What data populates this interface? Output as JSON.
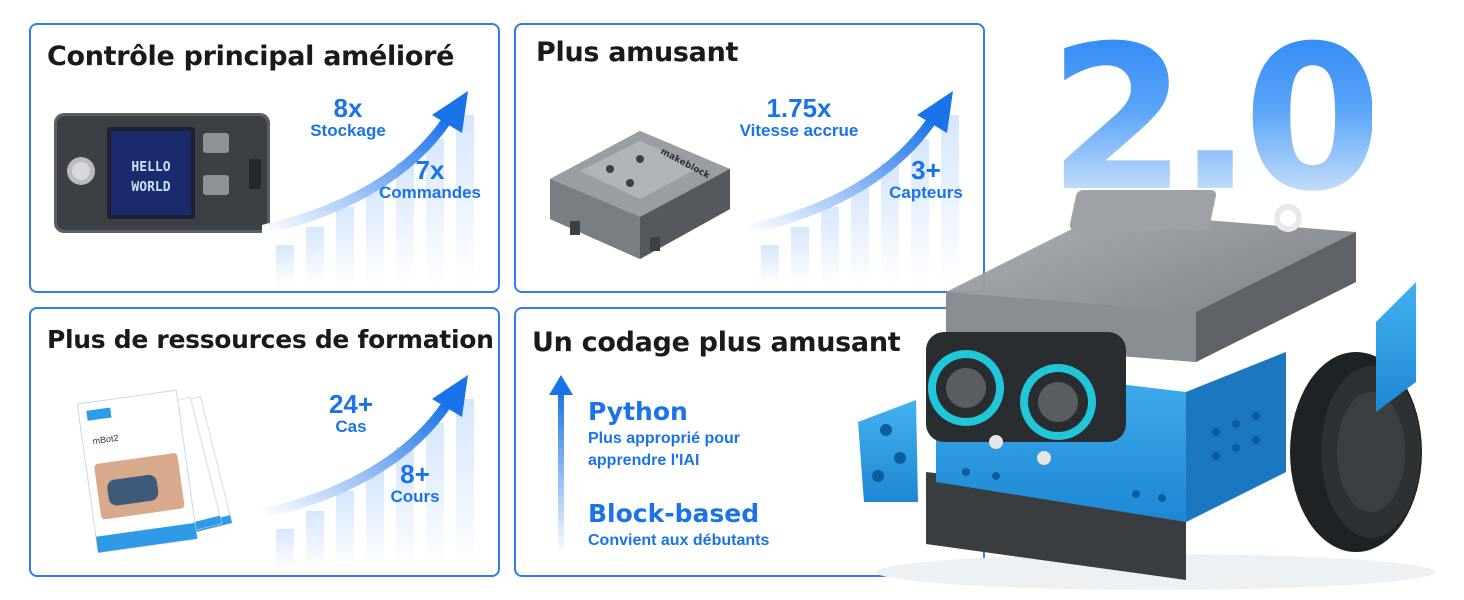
{
  "hero": {
    "version": "2.0"
  },
  "cards": {
    "controller": {
      "title": "Contrôle principal amélioré",
      "screen_text": [
        "HELLO",
        "WORLD"
      ],
      "stats": [
        {
          "value": "8x",
          "label": "Stockage"
        },
        {
          "value": "7x",
          "label": "Commandes"
        }
      ]
    },
    "fun": {
      "title": "Plus amusant",
      "board_brand": "makeblock",
      "stats": [
        {
          "value": "1.75x",
          "label": "Vitesse accrue"
        },
        {
          "value": "3+",
          "label": "Capteurs"
        }
      ]
    },
    "resources": {
      "title": "Plus de ressources de formation",
      "booklet_title": "mBot2",
      "stats": [
        {
          "value": "24+",
          "label": "Cas"
        },
        {
          "value": "8+",
          "label": "Cours"
        }
      ]
    },
    "coding": {
      "title": "Un codage plus amusant",
      "levels": [
        {
          "name": "Python",
          "desc": [
            "Plus approprié pour",
            "apprendre l'IAI"
          ]
        },
        {
          "name": "Block-based",
          "desc": [
            "Convient aux débutants"
          ]
        }
      ]
    }
  },
  "colors": {
    "accent": "#2f7df0",
    "text_blue": "#1a73e8",
    "robot_blue": "#2f9be6"
  }
}
